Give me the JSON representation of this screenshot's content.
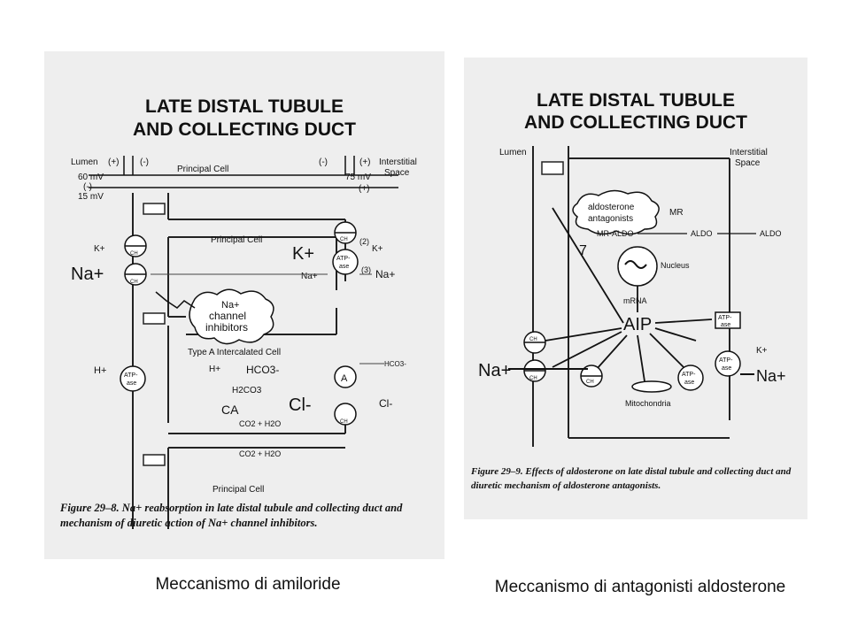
{
  "left_figure": {
    "title_line1": "LATE DISTAL TUBULE",
    "title_line2": "AND COLLECTING DUCT",
    "lumen": "Lumen",
    "plus": "(+)",
    "minus": "(-)",
    "mv60": "60 mV",
    "mv15": "15 mV",
    "mv75": "75 mV",
    "interstitial": "Interstitial",
    "space": "Space",
    "principal_cell": "Principal Cell",
    "intercalated_cell": "Type A Intercalated Cell",
    "k_plus": "K+",
    "na_plus": "Na+",
    "h_plus": "H+",
    "hco3": "HCO3-",
    "h2co3": "H2CO3",
    "ca": "CA",
    "co2_h2o": "CO2 + H2O",
    "cl": "Cl-",
    "ch": "CH",
    "atp": "ATP-",
    "ase": "ase",
    "a_label": "A",
    "step2": "(2)",
    "step3": "(3)",
    "inhibitor_line1": "Na+",
    "inhibitor_line2": "channel",
    "inhibitor_line3": "inhibitors",
    "caption": "Figure 29–8. Na+ reabsorption in late distal tubule and collecting duct and mechanism of diuretic action of Na+ channel inhibitors."
  },
  "right_figure": {
    "title_line1": "LATE DISTAL TUBULE",
    "title_line2": "AND COLLECTING DUCT",
    "lumen": "Lumen",
    "interstitial": "Interstitial",
    "space": "Space",
    "antagonists_line1": "aldosterone",
    "antagonists_line2": "antagonists",
    "mr": "MR",
    "mr_aldo": "MR-ALDO",
    "aldo": "ALDO",
    "nucleus": "Nucleus",
    "mrna": "mRNA",
    "aip": "AIP",
    "mitochondria": "Mitochondria",
    "k_plus": "K+",
    "na_plus": "Na+",
    "ch": "CH",
    "atp": "ATP-",
    "ase": "ase",
    "step7": "7",
    "caption": "Figure 29–9. Effects of aldosterone on late distal tubule and collecting duct and diuretic mechanism of aldosterone antagonists."
  },
  "footer": {
    "left_label": "Meccanismo di amiloride",
    "right_label": "Meccanismo di antagonisti aldosterone"
  }
}
